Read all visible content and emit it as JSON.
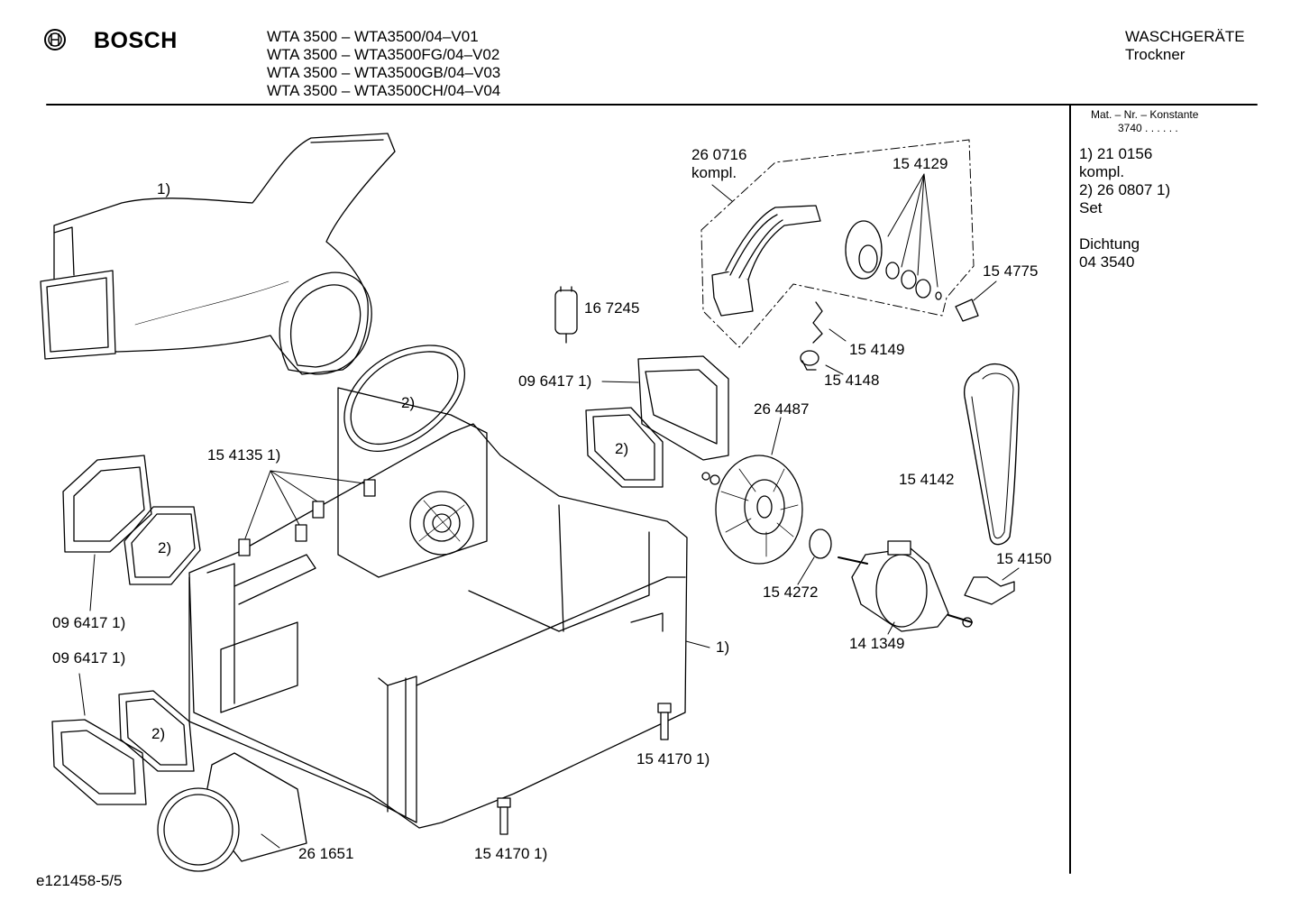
{
  "header": {
    "brand": "BOSCH",
    "models": [
      "WTA 3500 – WTA3500/04–V01",
      "WTA 3500 – WTA3500FG/04–V02",
      "WTA 3500 – WTA3500GB/04–V03",
      "WTA 3500 – WTA3500CH/04–V04"
    ],
    "category": "WASCHGERÄTE",
    "subcategory": "Trockner"
  },
  "sidebar": {
    "const_label": "Mat. – Nr. – Konstante",
    "const_value": "3740  .  .  .  .  .  .",
    "notes": [
      "1)  21 0156",
      "      kompl.",
      "2)  26 0807 1)",
      "      Set"
    ],
    "seal_label": "Dichtung",
    "seal_value": "04 3540"
  },
  "labels": {
    "duct_ref": "1)",
    "ring_ref_1": "2)",
    "ring_ref_2": "2)",
    "ring_ref_3": "2)",
    "ring_ref_4": "2)",
    "base_ref": "1)",
    "p260716": "26 0716",
    "p260716_kompl": "kompl.",
    "p154129": "15 4129",
    "p154775": "15 4775",
    "p167245": "16 7245",
    "p154149": "15 4149",
    "p154148": "15 4148",
    "p096417_a": "09 6417 1)",
    "p264487": "26 4487",
    "p154135": "15 4135 1)",
    "p154142": "15 4142",
    "p154150": "15 4150",
    "p154272": "15 4272",
    "p141349": "14 1349",
    "p096417_b": "09 6417 1)",
    "p096417_c": "09 6417 1)",
    "p154170_a": "15 4170 1)",
    "p154170_b": "15 4170 1)",
    "p261651": "26 1651"
  },
  "footer": {
    "drawing_id": "e121458-5/5"
  }
}
